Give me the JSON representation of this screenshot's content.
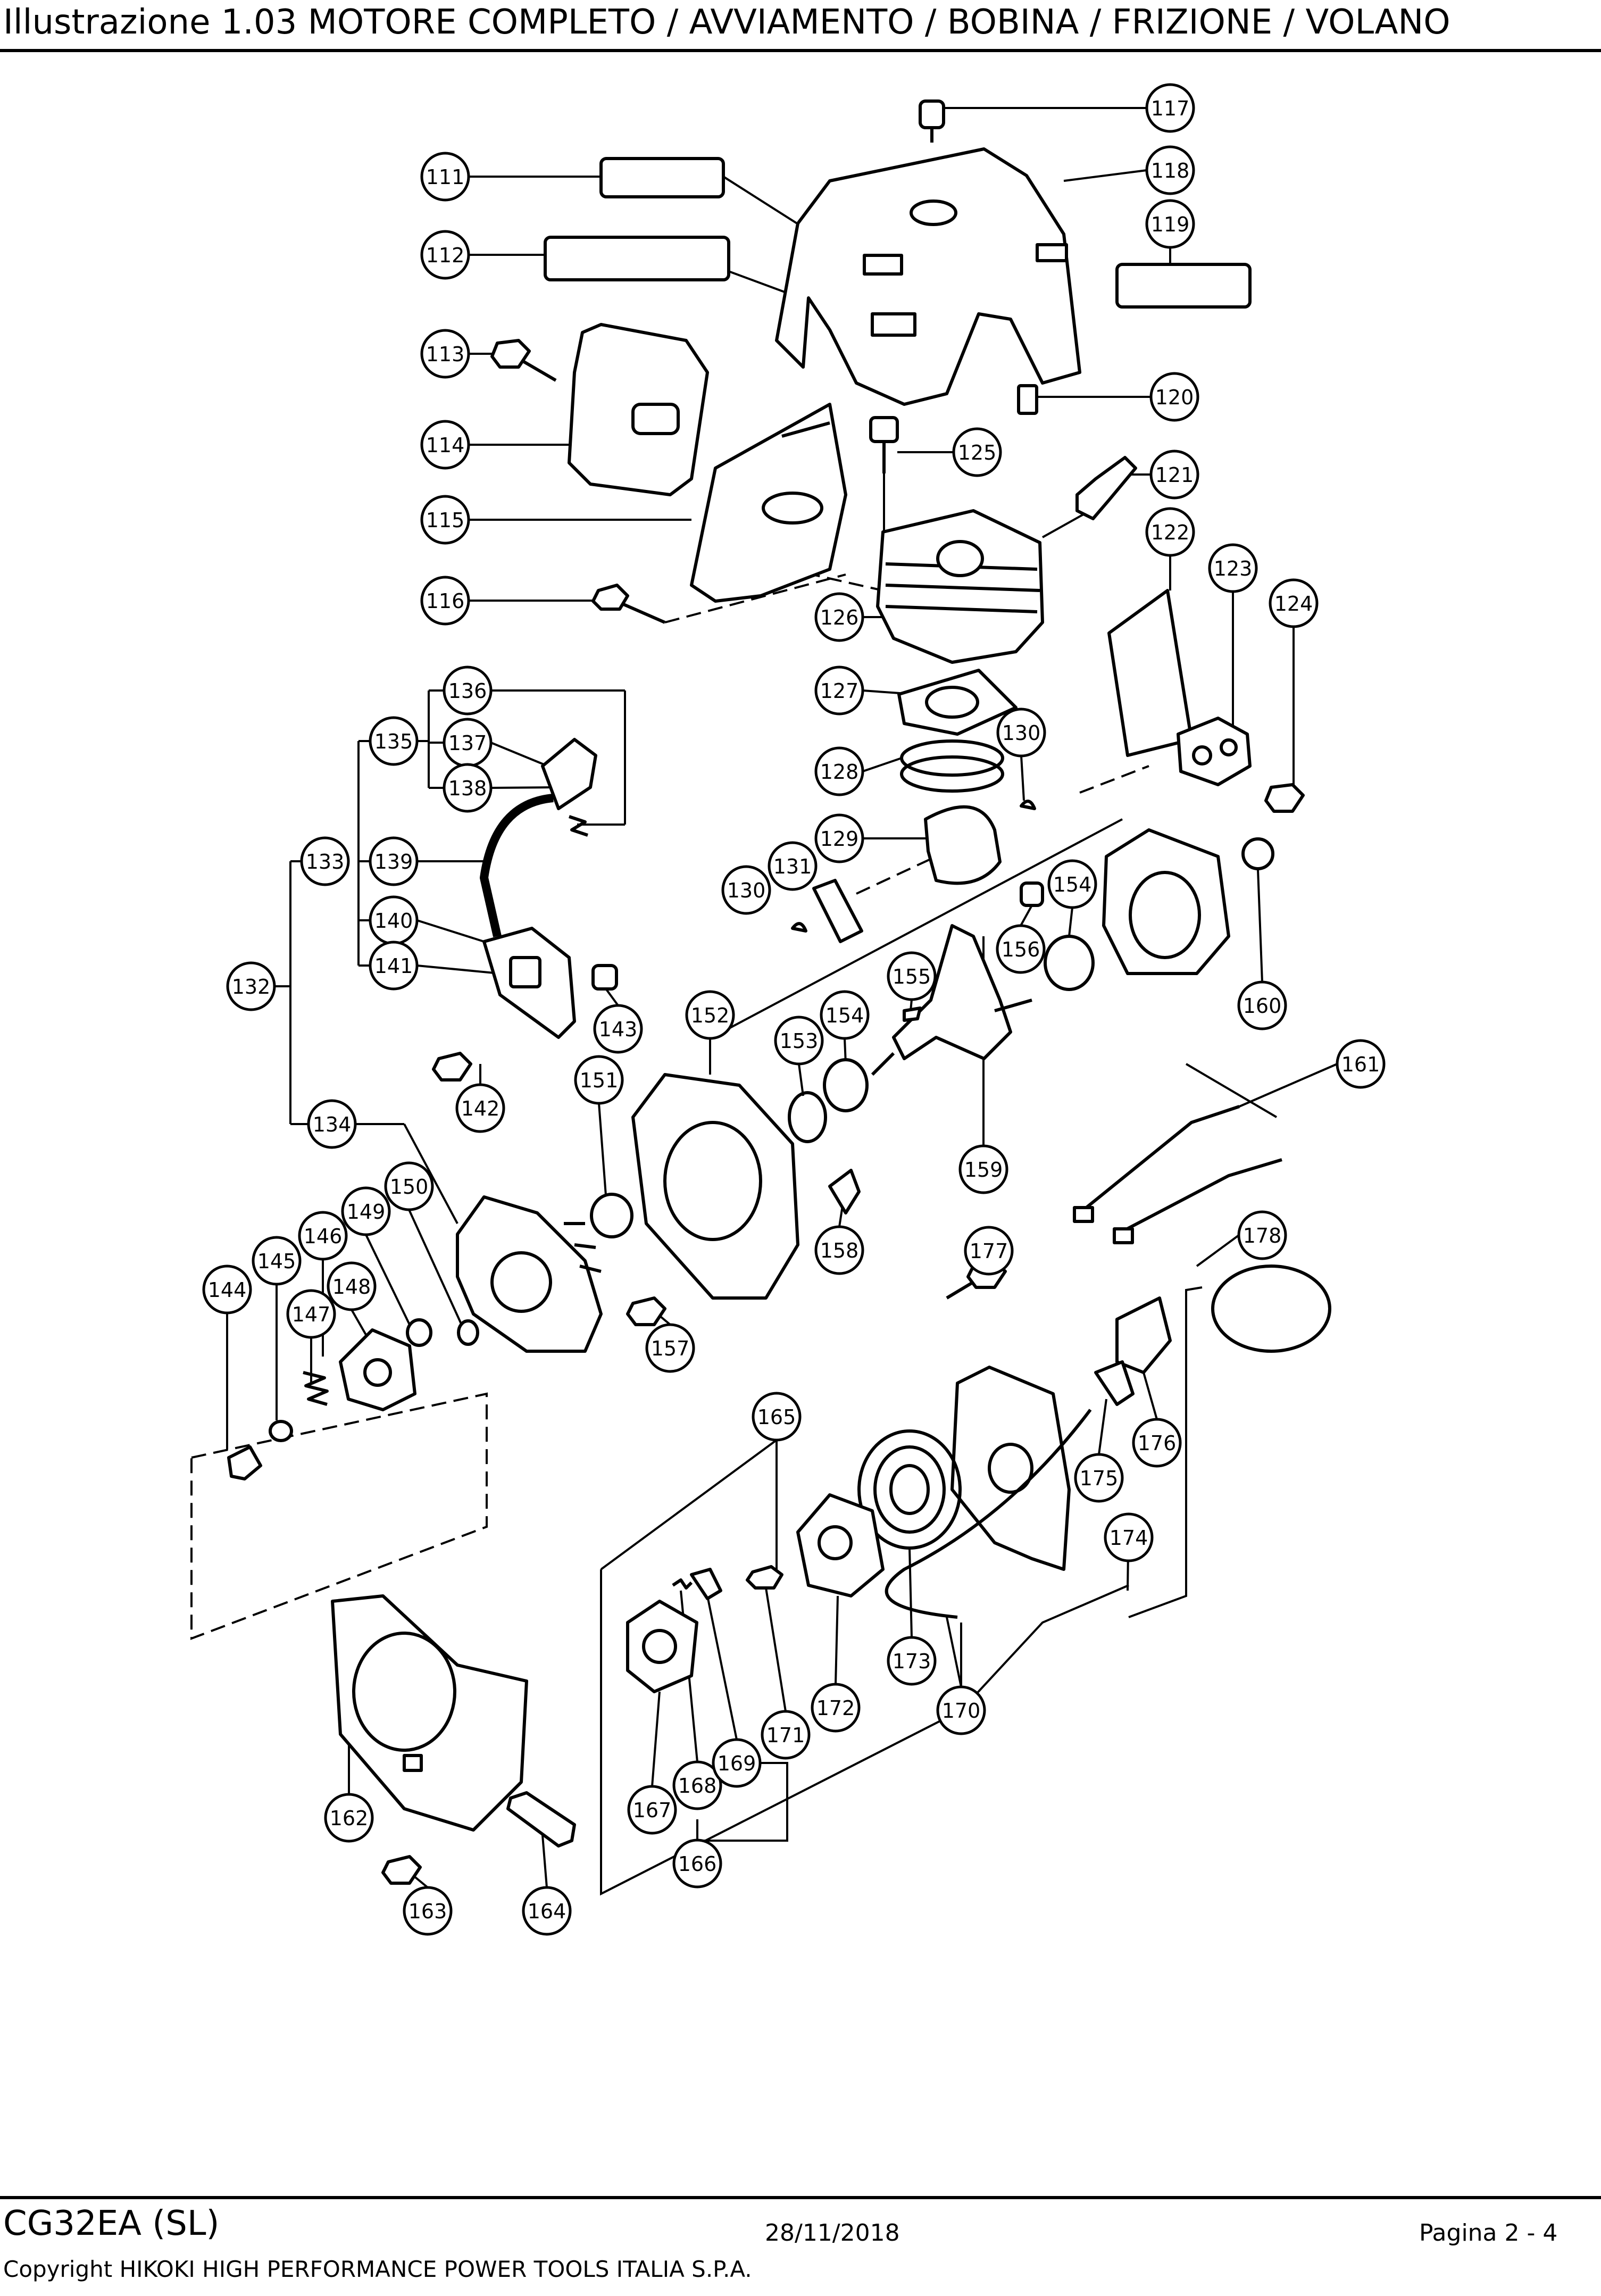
{
  "header": {
    "title": "Illustrazione  1.03 MOTORE COMPLETO / AVVIAMENTO / BOBINA / FRIZIONE / VOLANO"
  },
  "footer": {
    "model": "CG32EA (SL)",
    "date": "28/11/2018",
    "page": "Pagina 2 - 4",
    "copyright": "Copyright HIKOKI HIGH PERFORMANCE POWER TOOLS ITALIA S.P.A."
  },
  "part_labels": [
    "111",
    "112",
    "113",
    "114",
    "115",
    "116",
    "117",
    "118",
    "119",
    "120",
    "121",
    "122",
    "123",
    "124",
    "125",
    "126",
    "127",
    "128",
    "129",
    "130",
    "130",
    "131",
    "132",
    "133",
    "134",
    "135",
    "136",
    "137",
    "138",
    "139",
    "140",
    "141",
    "142",
    "143",
    "144",
    "145",
    "146",
    "147",
    "148",
    "149",
    "150",
    "151",
    "152",
    "153",
    "154",
    "154",
    "155",
    "156",
    "157",
    "158",
    "159",
    "160",
    "161",
    "162",
    "163",
    "164",
    "165",
    "166",
    "167",
    "168",
    "169",
    "170",
    "171",
    "172",
    "173",
    "174",
    "175",
    "176",
    "177",
    "178"
  ]
}
